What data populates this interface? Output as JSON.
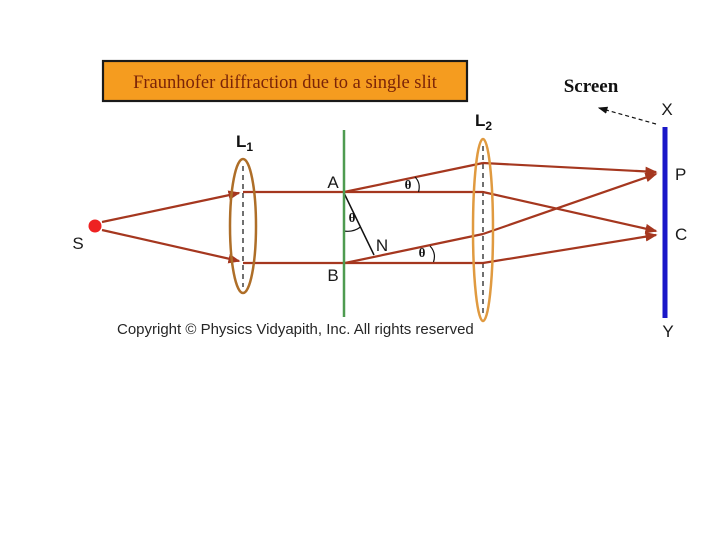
{
  "title": {
    "text": "Fraunhofer diffraction due to a single slit"
  },
  "screen_label": "Screen",
  "labels": {
    "source": "S",
    "slit_top": "A",
    "slit_bottom": "B",
    "normal_foot": "N",
    "screen_top": "X",
    "point_p": "P",
    "point_c": "C",
    "screen_bottom": "Y",
    "lens1": {
      "main": "L",
      "sub": "1"
    },
    "lens2": {
      "main": "L",
      "sub": "2"
    },
    "theta": "θ"
  },
  "footer": {
    "copyright": "Copyright © Physics Vidyapith, Inc. All rights reserved"
  },
  "colors": {
    "background": "#ffffff",
    "title_bg": "#F59C1F",
    "title_border": "#1A1A1A",
    "title_text": "#7B2408",
    "ray": "#A5371F",
    "lens1_stroke": "#AE6E28",
    "lens2_stroke": "#E09A40",
    "slit": "#4E9B50",
    "screen": "#1A17C8",
    "source": "#EE2222"
  }
}
